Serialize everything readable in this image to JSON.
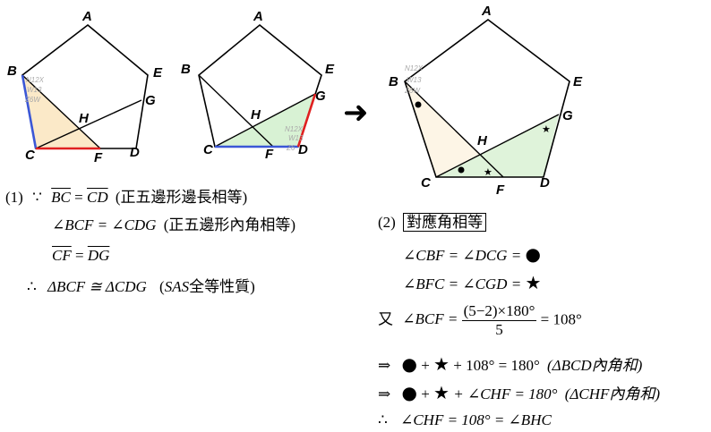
{
  "labels": {
    "p1": {
      "A": "A",
      "B": "B",
      "E": "E",
      "G": "G",
      "H": "H",
      "C": "C",
      "F": "F",
      "D": "D"
    },
    "p2": {
      "A": "A",
      "B": "B",
      "E": "E",
      "G": "G",
      "H": "H",
      "C": "C",
      "F": "F",
      "D": "D"
    },
    "p3": {
      "A": "A",
      "B": "B",
      "E": "E",
      "G": "G",
      "H": "H",
      "C": "C",
      "F": "F",
      "D": "D"
    }
  },
  "tiny_marks": {
    "p1": [
      "N12X",
      "W13",
      "Z6W"
    ],
    "p2": [
      "N12X",
      "W13",
      "Z6"
    ],
    "p3": [
      "N12X",
      "W13",
      "Z6W"
    ]
  },
  "arrow": "➜",
  "proof1": {
    "num": "(1)",
    "because": "∵",
    "seg1": "BC",
    "eq": "=",
    "seg2": "CD",
    "reason1": "(正五邊形邊長相等)",
    "angle_line": "∠BCF = ∠CDG",
    "reason2": "(正五邊形內角相等)",
    "seg3": "CF",
    "seg4": "DG",
    "therefore": "∴",
    "congruence": "ΔBCF ≅ ΔCDG",
    "sas": "SAS",
    "reason3": "全等性質"
  },
  "proof2": {
    "num": "(2)",
    "boxed": "對應角相等",
    "line1": "∠CBF = ∠DCG =",
    "line2": "∠BFC = ∠CGD =",
    "again": "又",
    "angle": "∠BCF =",
    "frac_num": "(5−2)×180°",
    "frac_den": "5",
    "frac_result": "= 108°",
    "implies": "⇒",
    "sum1": "+ 108° = 180°",
    "reason_bcd": "(ΔBCD內角和)",
    "sum2": "+ ∠CHF = 180°",
    "reason_chf": "(ΔCHF內角和)",
    "therefore": "∴",
    "final": "∠CHF = 108° = ∠BHC"
  },
  "colors": {
    "blue": "#3b57d6",
    "red": "#e02020",
    "yellow_fill": "#fbe9c8",
    "green_fill": "#d8f2d4",
    "light_yellow": "#fdf5e6",
    "light_green": "#dff3da"
  },
  "icons": [
    "circle-icon",
    "star-icon"
  ]
}
